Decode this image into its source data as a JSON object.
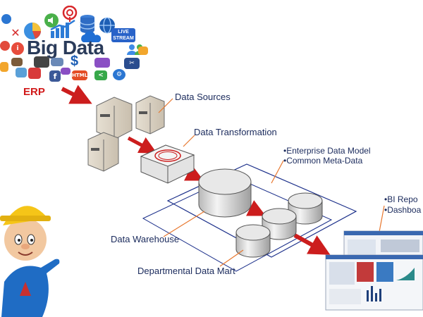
{
  "collage": {
    "title": "Big Data",
    "caption": "ERP",
    "live_badge": {
      "line1": "LIVE",
      "line2": "STREAM"
    },
    "html_badge": "HTML",
    "dollar_glyph": "$"
  },
  "labels": {
    "data_sources": "Data Sources",
    "data_transformation": "Data Transformation",
    "enterprise_line1": "•Enterprise Data Model",
    "enterprise_line2": "•Common Meta-Data",
    "data_warehouse": "Data Warehouse",
    "departmental_mart": "Departmental Data Mart",
    "bi_line1": "•BI Repo",
    "bi_line2": "•Dashboa"
  },
  "colors": {
    "label_text": "#1a2a5c",
    "flow_arrow": "#cc1d1d",
    "leader_line": "#e8772e",
    "plane_outline": "#1b2f8a",
    "erp_red": "#d11a1a"
  },
  "icons": [
    "globe-icon",
    "close-icon",
    "pie-chart-icon",
    "speaker-icon",
    "wifi-icon",
    "bar-chart-icon",
    "database-icon",
    "cloud-icon",
    "facebook-icon",
    "html-icon",
    "share-icon",
    "gear-icon",
    "cart-icon",
    "worker-mascot-icon"
  ]
}
